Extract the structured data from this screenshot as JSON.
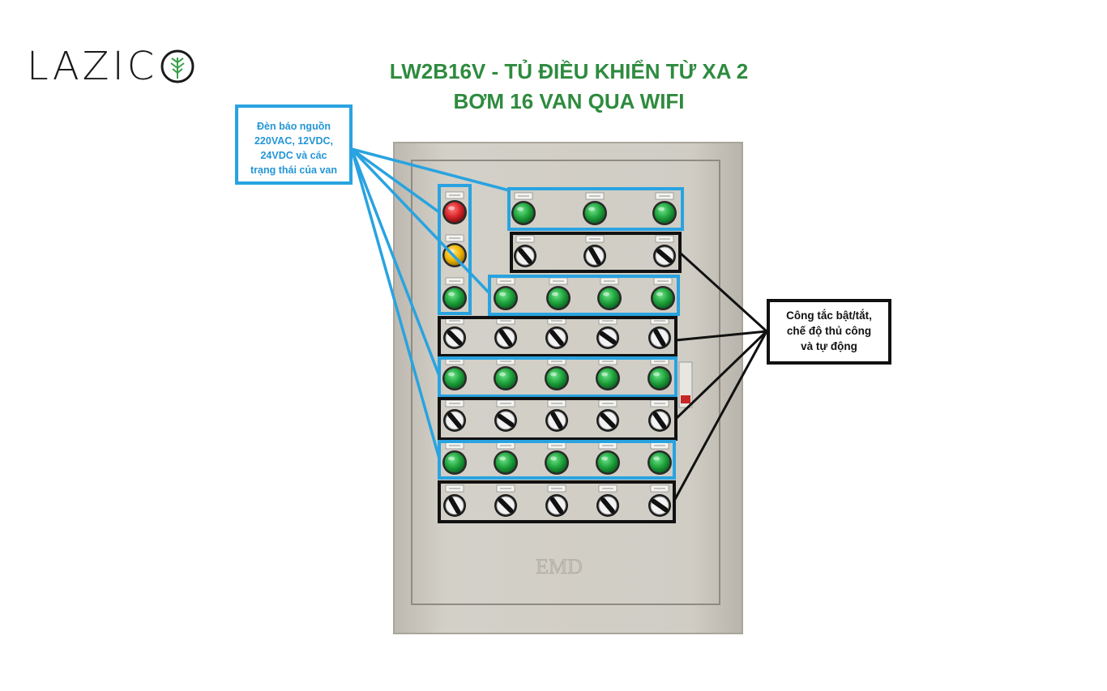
{
  "logo": {
    "text": "LAZIC"
  },
  "title": {
    "line1": "LW2B16V - TỦ ĐIỀU KHIỂN TỪ XA 2",
    "line2": "BƠM 16 VAN QUA WIFI"
  },
  "cabinet": {
    "embossed_brand": "EMD"
  },
  "callouts": {
    "indicator_lights": {
      "lines": [
        "Đèn báo nguồn",
        "220VAC, 12VDC,",
        "24VDC và các",
        "trạng thái của van"
      ]
    },
    "switches": {
      "lines": [
        "Công tắc bật/tắt,",
        "chế độ thủ công",
        "và tự động"
      ]
    }
  },
  "colors": {
    "title_green": "#2e8b3e",
    "callout_blue": "#29a3e0",
    "callout_black": "#111111",
    "cabinet_gray": "#cfccc4",
    "lamp_green": "#1fa33c",
    "lamp_red": "#d9262a",
    "lamp_yellow": "#f2b705"
  }
}
